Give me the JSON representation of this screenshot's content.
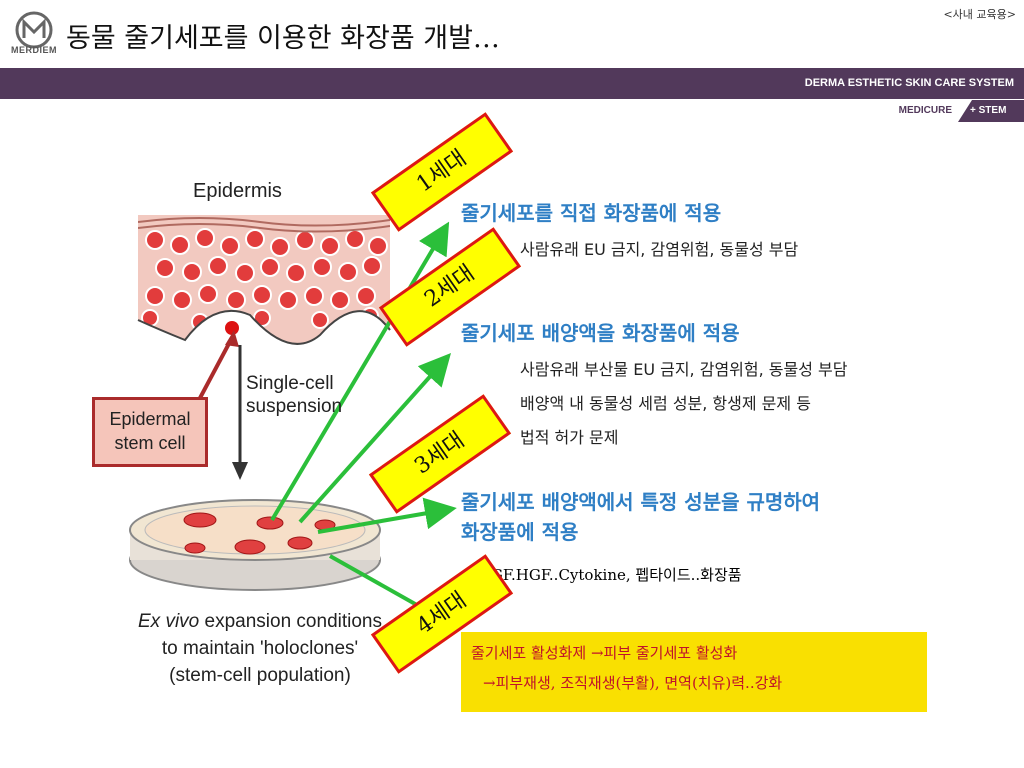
{
  "header": {
    "logo_text": "MERDIEM",
    "title": "동물 줄기세포를 이용한 화장품 개발…",
    "note": "<사내 교육용>",
    "band_text": "DERMA ESTHETIC SKIN CARE SYSTEM",
    "tab_left": "MEDICURE",
    "tab_right": "+ STEM"
  },
  "colors": {
    "band": "#52395b",
    "heading_blue": "#2f7fc5",
    "tag_fill": "#ffff00",
    "tag_border": "#dd1616",
    "arrow_green": "#2bbf3a",
    "highlight_box": "#f9e001",
    "highlight_text": "#c0122a"
  },
  "illustration": {
    "epidermis_label": "Epidermis",
    "single_cell_line1": "Single-cell",
    "single_cell_line2": "suspension",
    "stem_cell_line1": "Epidermal",
    "stem_cell_line2": "stem cell",
    "caption_line1_em": "Ex vivo",
    "caption_line1_rest": " expansion conditions",
    "caption_line2": "to maintain 'holoclones'",
    "caption_line3": "(stem-cell population)"
  },
  "generations": [
    {
      "tag": "1세대",
      "heading": "줄기세포를 직접 화장품에 적용",
      "details": [
        "사람유래 EU 금지, 감염위험, 동물성 부담"
      ]
    },
    {
      "tag": "2세대",
      "heading": "줄기세포 배양액을 화장품에 적용",
      "details": [
        "사람유래 부산물 EU 금지, 감염위험, 동물성 부담",
        "배양액 내 동물성 세럼 성분, 항생제 문제 등",
        "법적 허가 문제"
      ]
    },
    {
      "tag": "3세대",
      "heading_line1": "줄기세포 배양액에서 특정 성분을 규명하여",
      "heading_line2": "화장품에 적용",
      "details": [
        "EGF.HGF..Cytokine, 펩타이드..화장품"
      ]
    },
    {
      "tag": "4세대",
      "box_line1_a": "줄기세포 활성화제 ",
      "box_line1_arrow": "→",
      "box_line1_b": "피부 줄기세포 활성화",
      "box_line2_arrow": "→",
      "box_line2": "피부재생, 조직재생(부활), 면역(치유)력..강화"
    }
  ]
}
